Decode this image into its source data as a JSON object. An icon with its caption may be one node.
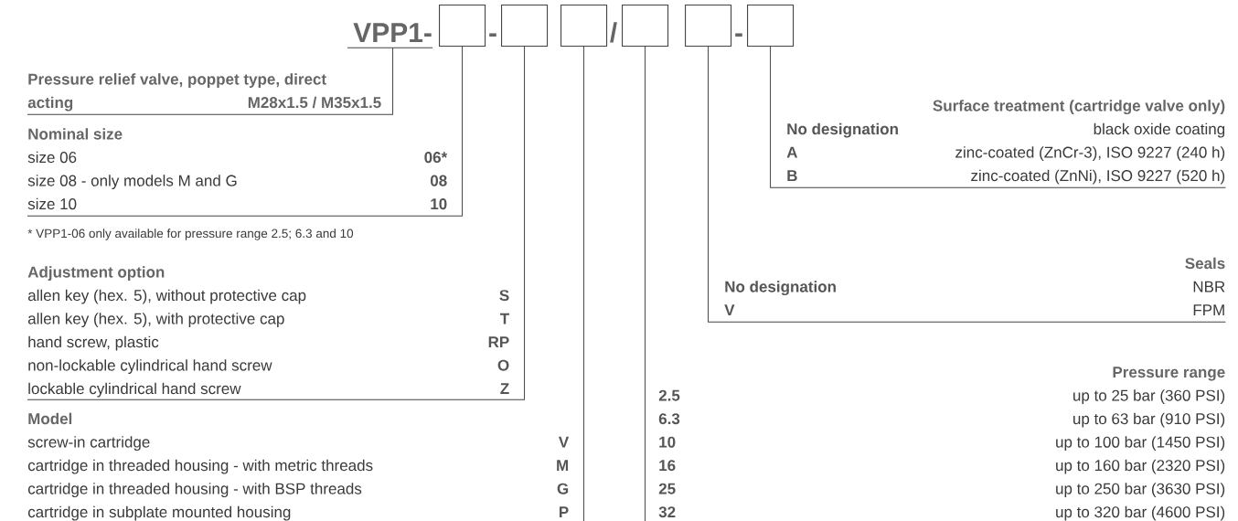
{
  "diagram": {
    "nodes": [
      {
        "text": [
          "VPP1-"
        ]
      },
      {
        "text": [],
        "shape": "box"
      },
      {
        "text": [],
        "shape": "box"
      },
      {
        "text": [],
        "shape": "box"
      },
      {
        "text": [],
        "shape": "box"
      },
      {
        "text": [],
        "shape": "box"
      },
      {
        "text": [],
        "shape": "box"
      },
      {
        "text": [
          "Pressure relief valve, poppet type, direct acting",
          "M28x1.5 / M35x1.5"
        ]
      },
      {
        "text": [
          "Nominal size",
          "size 06",
          "06*",
          "size 08 - only models M and G",
          "08",
          "size 10",
          "10"
        ]
      },
      {
        "text": [
          "Adjustment option",
          "allen key (hex. 5), without protective cap",
          "S",
          "allen key (hex. 5), with protective cap",
          "T",
          "hand screw, plastic",
          "RP",
          "non-lockable cylindrical hand screw",
          "O",
          "lockable cylindrical hand screw",
          "Z"
        ]
      },
      {
        "text": [
          "Model",
          "screw-in cartridge",
          "V",
          "cartridge in threaded housing - with metric threads",
          "M",
          "cartridge in threaded housing - with BSP threads",
          "G",
          "cartridge in subplate mounted housing",
          "P"
        ]
      },
      {
        "text": [
          "Pressure range",
          "2.5",
          "up to 25 bar (360 PSI)",
          "6.3",
          "up to 63 bar (910 PSI)",
          "10",
          "up to 100 bar (1450 PSI)",
          "16",
          "up to 160 bar (2320 PSI)",
          "25",
          "up to 250 bar (3630 PSI)",
          "32",
          "up to 320 bar (4600 PSI)"
        ]
      },
      {
        "text": [
          "Seals",
          "No designation",
          "NBR",
          "V",
          "FPM"
        ]
      },
      {
        "text": [
          "Surface treatment (cartridge valve only)",
          "No designation",
          "black oxide coating",
          "A",
          "zinc-coated (ZnCr-3), ISO 9227 (240 h)",
          "B",
          "zinc-coated (ZnNi), ISO 9227 (520 h)"
        ]
      }
    ],
    "edges": [
      {
        "from": 0,
        "to": 7,
        "arrow": "none"
      },
      {
        "from": 1,
        "to": 8,
        "arrow": "none"
      },
      {
        "from": 2,
        "to": 9,
        "arrow": "none"
      },
      {
        "from": 3,
        "to": 10,
        "arrow": "none"
      },
      {
        "from": 4,
        "to": 11,
        "arrow": "none"
      },
      {
        "from": 5,
        "to": 12,
        "arrow": "none"
      },
      {
        "from": 6,
        "to": 13,
        "arrow": "none"
      }
    ],
    "labels": [
      "-",
      "/",
      "-",
      "* VPP1-06 only available for pressure range 2.5; 6.3 and 10"
    ]
  }
}
